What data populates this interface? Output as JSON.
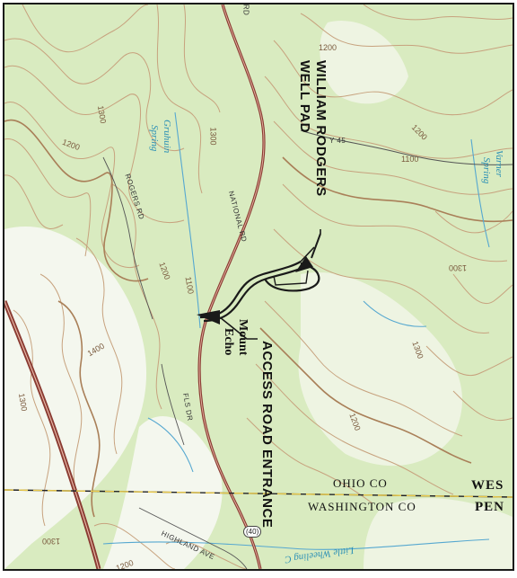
{
  "map": {
    "callouts": {
      "well_pad_line1": "WILLIAM RODGERS",
      "well_pad_line2": "WELL PAD",
      "access_road": "ACCESS ROAD ENTRANCE"
    },
    "place": {
      "line1": "Mount",
      "line2": "Echo"
    },
    "roads": {
      "national_rd": "NATIONAL RD",
      "rogers_rd": "ROGERS RD",
      "fls_dr": "FLS DR",
      "highland_ave": "HIGHLAND AVE",
      "hwy_45": "Y 45",
      "top_rd": "RD",
      "route_shield": "(40)"
    },
    "water": {
      "gruhuin_line1": "Gruhuin",
      "gruhuin_line2": "Spring",
      "varner_line1": "Varner",
      "varner_line2": "Spring",
      "wheeling": "Little Wheeling C"
    },
    "counties": {
      "north": "OHIO CO",
      "south": "WASHINGTON CO"
    },
    "states": {
      "north": "WES",
      "south": "PEN"
    },
    "elevations": {
      "e1300_nw": "1300",
      "e1200_w": "1200",
      "e1300_top": "1300",
      "e1200_top": "1200",
      "e1200_ne": "1200",
      "e1100_ne": "1100",
      "e1300_e": "1300",
      "e1200_c": "1200",
      "e1100_c": "1100",
      "e1400_w": "1400",
      "e1300_sw": "1300",
      "e1300_se": "1300",
      "e1200_se": "1200",
      "e1300_bl": "1300",
      "e1200_b": "1200"
    },
    "colors": {
      "land_green": "#d9ebc0",
      "land_white": "#f4f7ee",
      "contour": "#c7a27e",
      "contour_index": "#a97f58",
      "highway": "#8a3b32",
      "water": "#56a8d0",
      "access_route": "#1a1a1a"
    }
  }
}
